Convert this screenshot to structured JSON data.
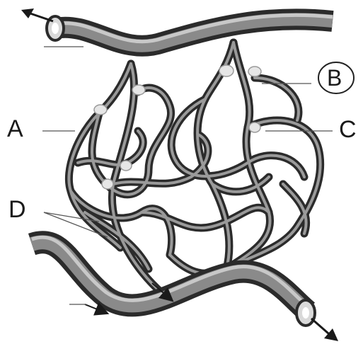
{
  "labels": {
    "a": "A",
    "b": "B",
    "c": "C",
    "d": "D"
  },
  "colors": {
    "vessel_dark": "#2b2b2b",
    "vessel_mid": "#7a7a7a",
    "vessel_light": "#d9d9d9",
    "line": "#555555"
  },
  "icons": {
    "artery_flow": "arrow-left-icon",
    "vein_flow": "arrow-right-icon"
  }
}
